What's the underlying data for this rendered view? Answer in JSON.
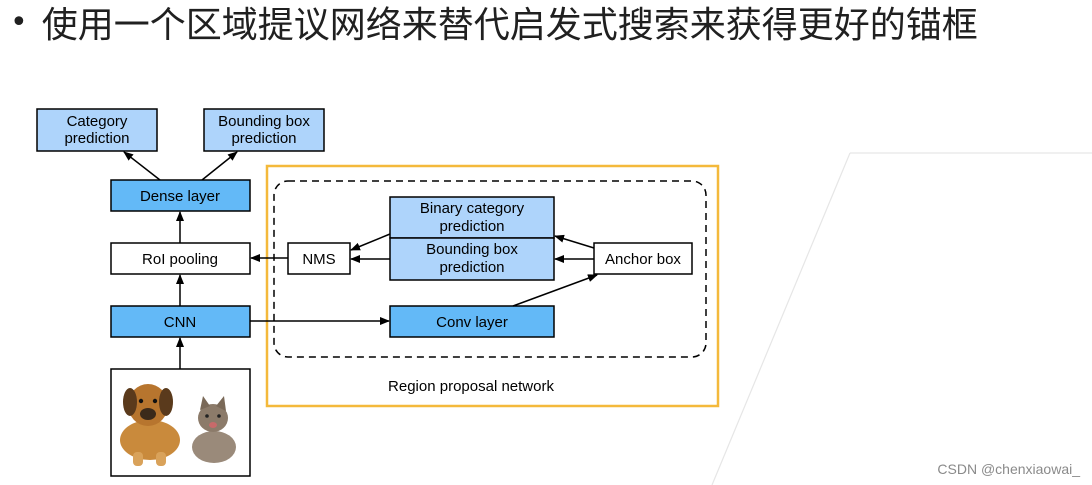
{
  "slide": {
    "bullet": "•",
    "text": "使用一个区域提议网络来替代启发式搜索来获得更好的锚框"
  },
  "diagram": {
    "nodes": {
      "category_prediction": [
        "Category",
        "prediction"
      ],
      "bbox_prediction_top": [
        "Bounding box",
        "prediction"
      ],
      "dense_layer": [
        "Dense layer"
      ],
      "roi_pooling": [
        "RoI pooling"
      ],
      "cnn": [
        "CNN"
      ],
      "nms": [
        "NMS"
      ],
      "binary_category_prediction": [
        "Binary category",
        "prediction"
      ],
      "rpn_bbox_prediction": [
        "Bounding box",
        "prediction"
      ],
      "anchor_box": [
        "Anchor box"
      ],
      "conv_layer": [
        "Conv layer"
      ]
    },
    "region_label": "Region proposal network",
    "colors": {
      "light_blue": "#aed4fb",
      "blue": "#63b9f7",
      "white": "#ffffff",
      "orange_border": "#f4b93b",
      "stroke": "#000000"
    }
  },
  "watermark": "CSDN @chenxiaowai_"
}
